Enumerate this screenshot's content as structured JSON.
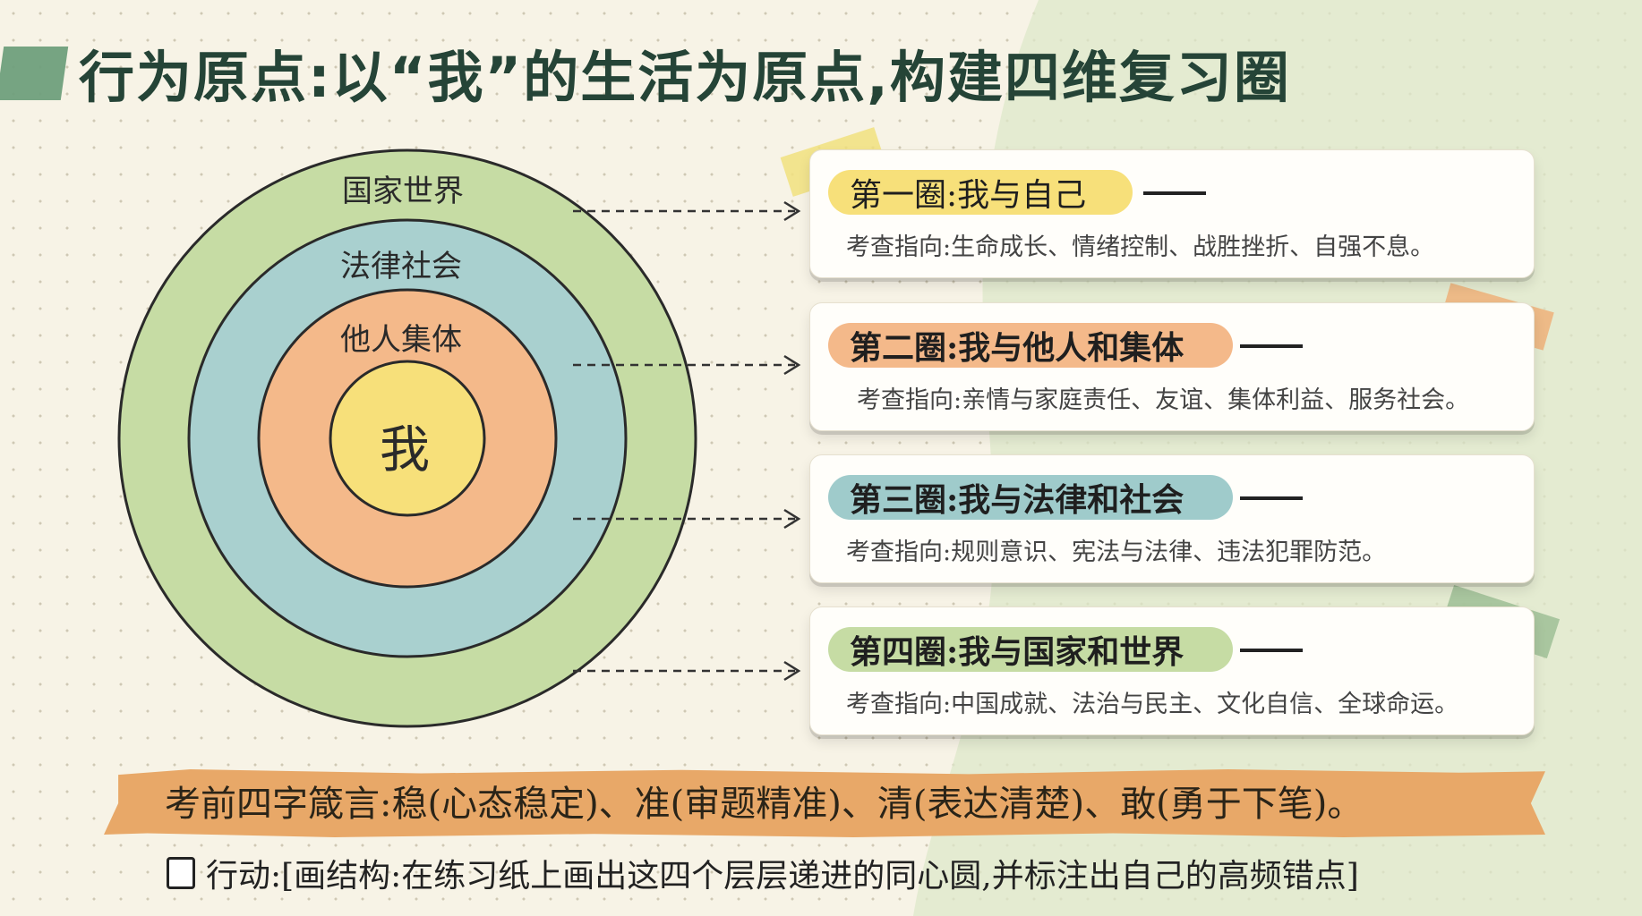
{
  "title": "行为原点:以“我”的生活为原点,构建四维复习圈",
  "diagram": {
    "center": "我",
    "rings": [
      {
        "label": "国家世界",
        "color": "#c6dca4"
      },
      {
        "label": "法律社会",
        "color": "#a9d0cf"
      },
      {
        "label": "他人集体",
        "color": "#f4b98a"
      },
      {
        "label": "我",
        "color": "#f7e07a"
      }
    ]
  },
  "circles": [
    {
      "title": "第一圈:我与自己",
      "desc": "考查指向:生命成长、情绪控制、战胜挫折、自强不息。",
      "color": "#f7e07a"
    },
    {
      "title": "第二圈:我与他人和集体",
      "desc": "考查指向:亲情与家庭责任、友谊、集体利益、服务社会。",
      "color": "#f4b98a"
    },
    {
      "title": "第三圈:我与法律和社会",
      "desc": "考查指向:规则意识、宪法与法律、违法犯罪防范。",
      "color": "#9fcbcb"
    },
    {
      "title": "第四圈:我与国家和世界",
      "desc": "考查指向:中国成就、法治与民主、文化自信、全球命运。",
      "color": "#c6dca4"
    }
  ],
  "motto": "考前四字箴言:稳(心态稳定)、准(审题精准)、清(表达清楚)、敢(勇于下笔)。",
  "action": "行动:[画结构:在练习纸上画出这四个层层递进的同心圆,并标注出自己的高频错点]"
}
